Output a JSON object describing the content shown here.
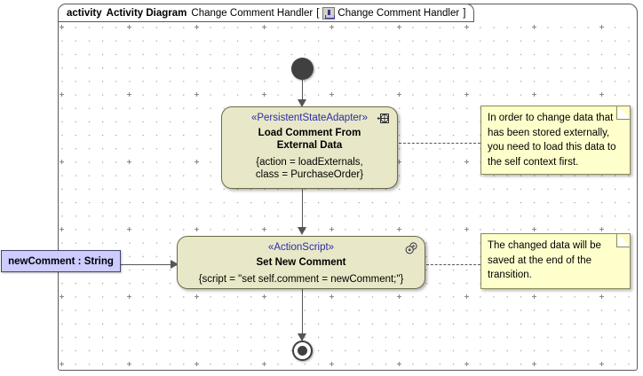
{
  "frame": {
    "keyword": "activity",
    "type_label": "Activity Diagram",
    "name": "Change Comment Handler",
    "bracket_open": "[",
    "bracket_close": "]",
    "qualified_name": "Change Comment Handler",
    "icon": "activity-diagram-icon"
  },
  "nodes": {
    "initial": {
      "name": "initial-node"
    },
    "final": {
      "name": "final-node"
    },
    "action1": {
      "stereotype": "«PersistentStateAdapter»",
      "name": "Load Comment From\nExternal Data",
      "name_line1": "Load Comment From",
      "name_line2": "External Data",
      "body_line1": "{action = loadExternals,",
      "body_line2": "class = PurchaseOrder}",
      "icon": "persistent-state-adapter-icon"
    },
    "action2": {
      "stereotype": "«ActionScript»",
      "name": "Set New Comment",
      "body": "{script = \"set self.comment = newComment;\"}",
      "icon": "action-script-icon"
    }
  },
  "parameter": {
    "label": "newComment : String"
  },
  "notes": [
    {
      "lines": [
        "In order to change data that",
        "has been stored externally,",
        "you need to load this data to",
        "the self context first."
      ]
    },
    {
      "lines": [
        "The changed data will be",
        "saved at the end of the",
        "transition."
      ]
    }
  ],
  "colors": {
    "action_fill": "#E8E8C8",
    "note_fill": "#FFFFCC",
    "parameter_fill": "#CCCCFF",
    "stereotype_text": "#2C2CA8",
    "canvas": "#FFFFFF"
  }
}
